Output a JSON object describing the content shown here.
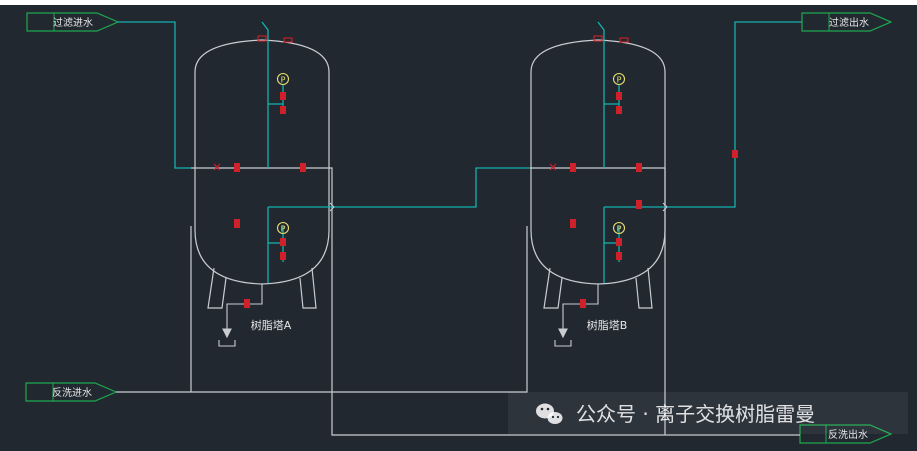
{
  "labels": {
    "filter_inlet": "过滤进水",
    "filter_outlet": "过滤出水",
    "backwash_inlet": "反洗进水",
    "backwash_outlet": "反洗出水",
    "tower_a": "树脂塔A",
    "tower_b": "树脂塔B",
    "gauge": "P",
    "watermark": "公众号 · 离子交换树脂雷曼"
  },
  "colors": {
    "background": "#212830",
    "process_line": "#15b0b0",
    "vessel_line": "#c9cdd2",
    "tag_border": "#1fa84f",
    "valve": "#d0202a",
    "gauge": "#e8e070"
  }
}
